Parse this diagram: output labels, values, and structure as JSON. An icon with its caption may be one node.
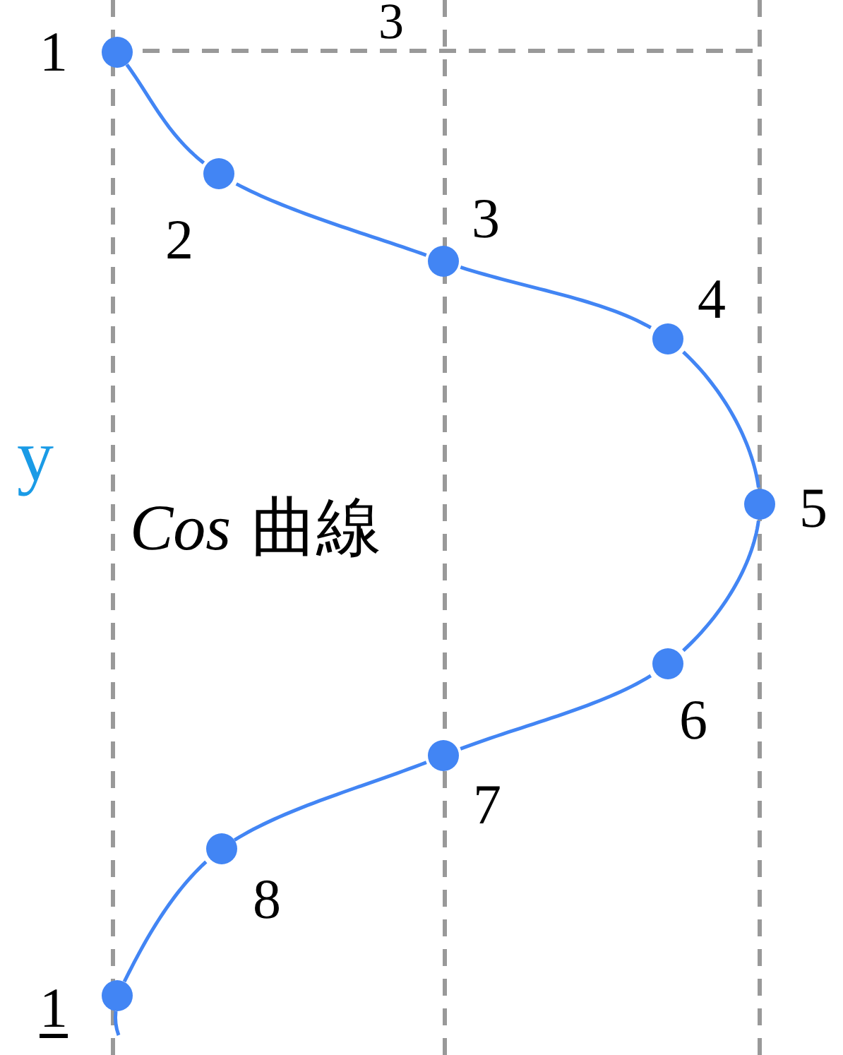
{
  "diagram": {
    "nodes": [
      {
        "text": [],
        "shape": "circle",
        "beside": [
          "1"
        ]
      },
      {
        "text": [],
        "shape": "circle",
        "beside": [
          "2"
        ]
      },
      {
        "text": [],
        "shape": "circle",
        "beside": [
          "3"
        ]
      },
      {
        "text": [],
        "shape": "circle",
        "beside": [
          "4"
        ]
      },
      {
        "text": [],
        "shape": "circle",
        "beside": [
          "5"
        ]
      },
      {
        "text": [],
        "shape": "circle",
        "beside": [
          "6"
        ]
      },
      {
        "text": [],
        "shape": "circle",
        "beside": [
          "7"
        ]
      },
      {
        "text": [],
        "shape": "circle",
        "beside": [
          "8"
        ]
      },
      {
        "text": [],
        "shape": "circle",
        "beside": [
          "1"
        ]
      }
    ],
    "edges": [
      {
        "from": 0,
        "to": 1,
        "arrow": "none"
      },
      {
        "from": 1,
        "to": 2,
        "arrow": "none"
      },
      {
        "from": 2,
        "to": 3,
        "arrow": "none"
      },
      {
        "from": 3,
        "to": 4,
        "arrow": "none"
      },
      {
        "from": 4,
        "to": 5,
        "arrow": "none"
      },
      {
        "from": 5,
        "to": 6,
        "arrow": "none"
      },
      {
        "from": 6,
        "to": 7,
        "arrow": "none"
      },
      {
        "from": 7,
        "to": 8,
        "arrow": "none"
      }
    ],
    "labels": [
      "3",
      "y",
      "*Cos* 曲線"
    ]
  }
}
